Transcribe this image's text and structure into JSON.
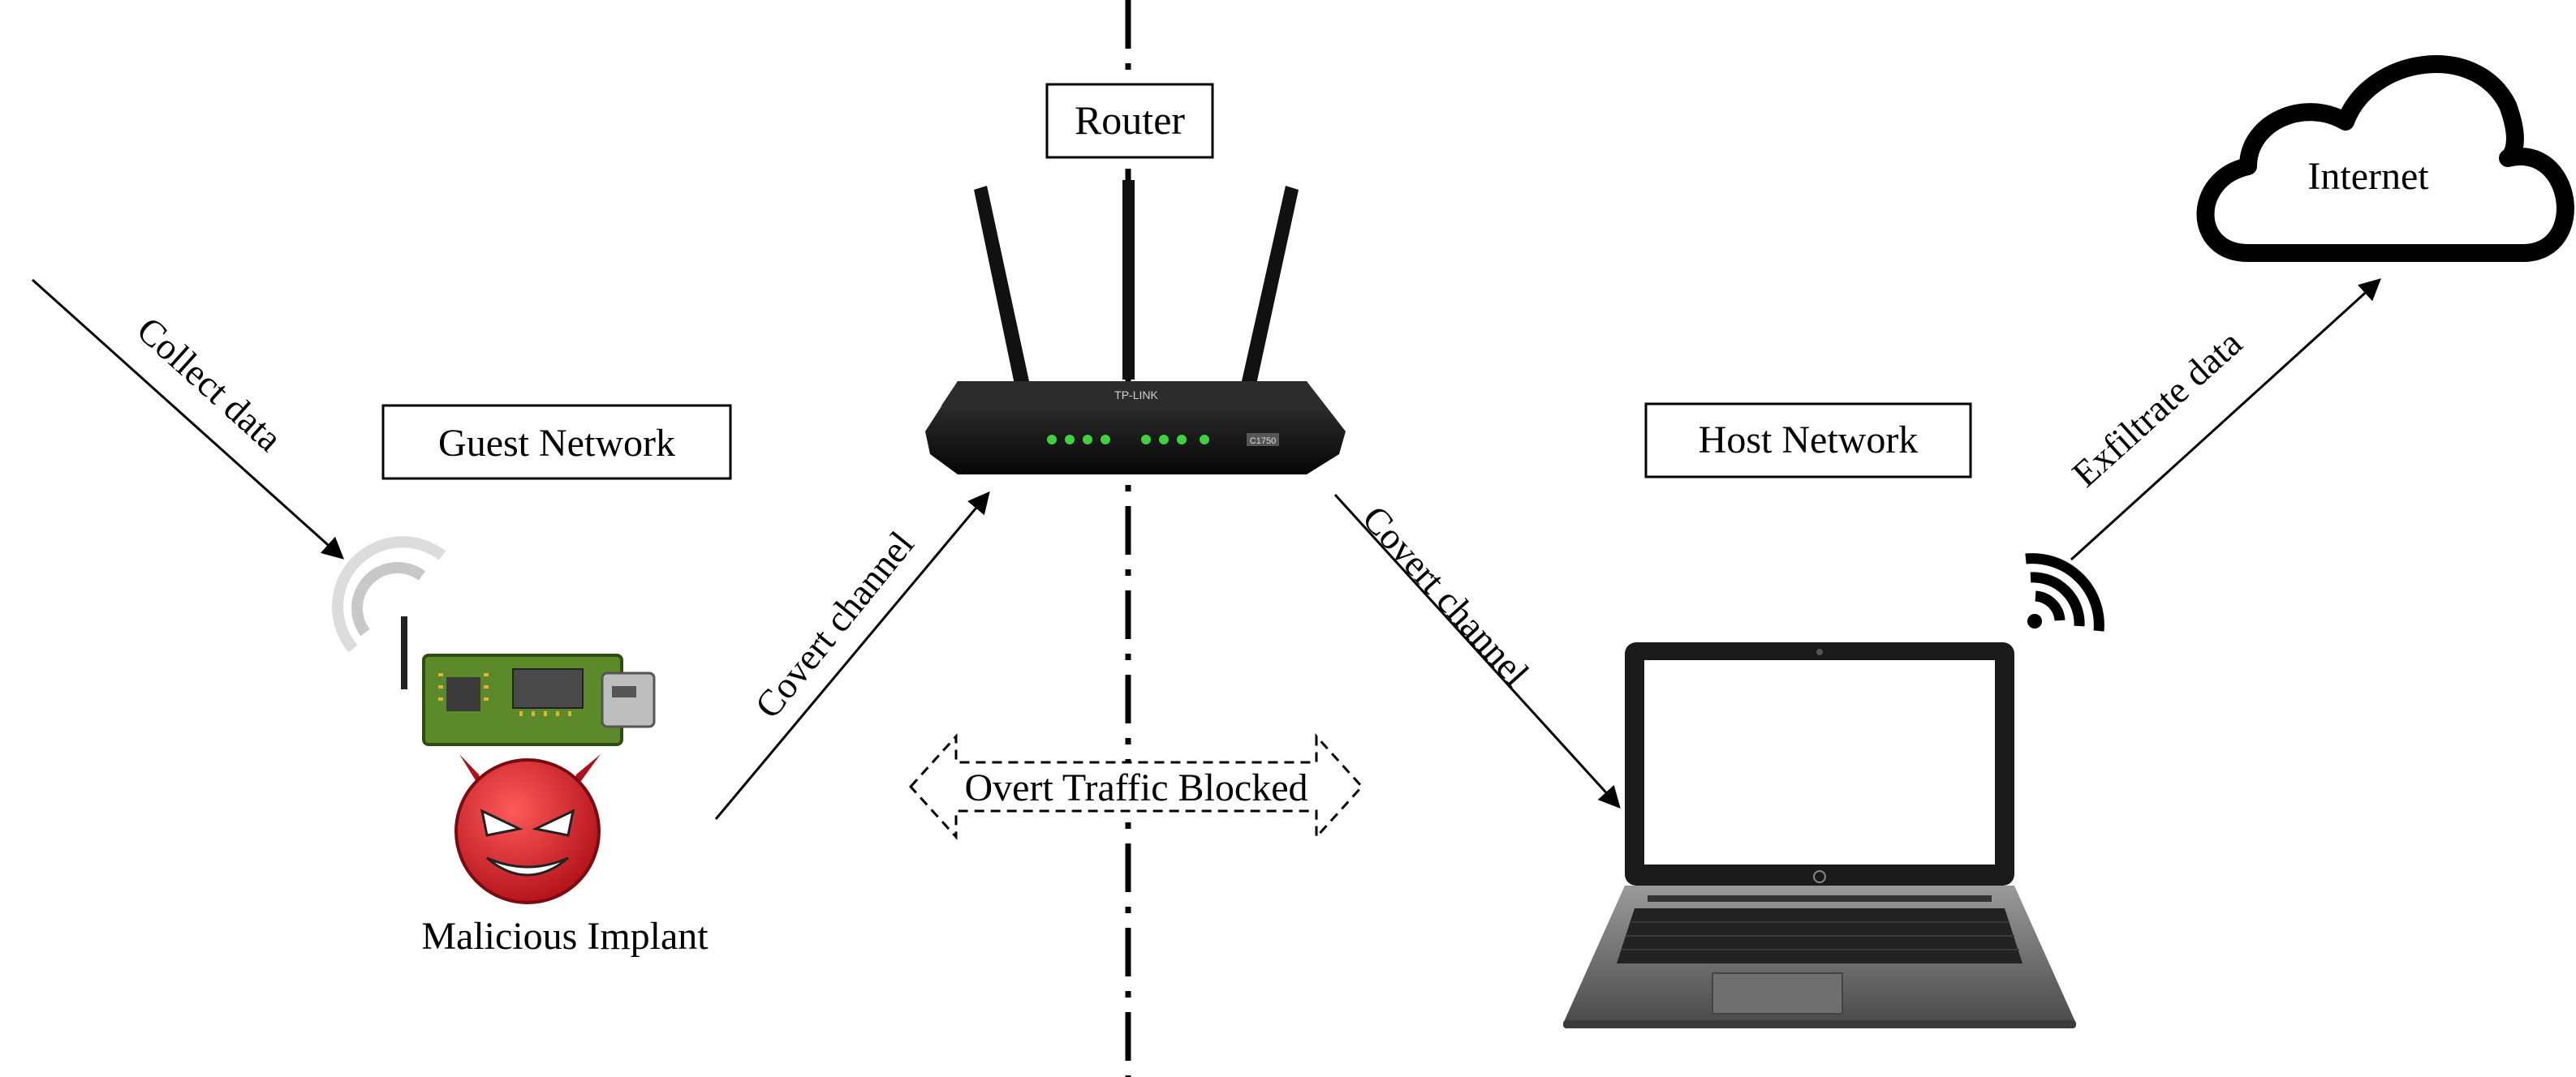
{
  "labels": {
    "router": "Router",
    "guest_network": "Guest Network",
    "host_network": "Host Network",
    "internet": "Internet",
    "malicious_implant": "Malicious Implant",
    "overt_traffic_blocked": "Overt Traffic Blocked"
  },
  "edges": {
    "collect_data": "Collect data",
    "covert_channel_left": "Covert channel",
    "covert_channel_right": "Covert channel",
    "exfiltrate_data": "Exfiltrate data"
  },
  "router_badge": "TP-LINK",
  "router_model": "C1750",
  "colors": {
    "line": "#000000",
    "implant_board": "#5c8a2a",
    "devil": "#d6232a",
    "router_body": "#1a1a1a",
    "router_led": "#3fd13f",
    "laptop_body": "#2b2b2b"
  }
}
